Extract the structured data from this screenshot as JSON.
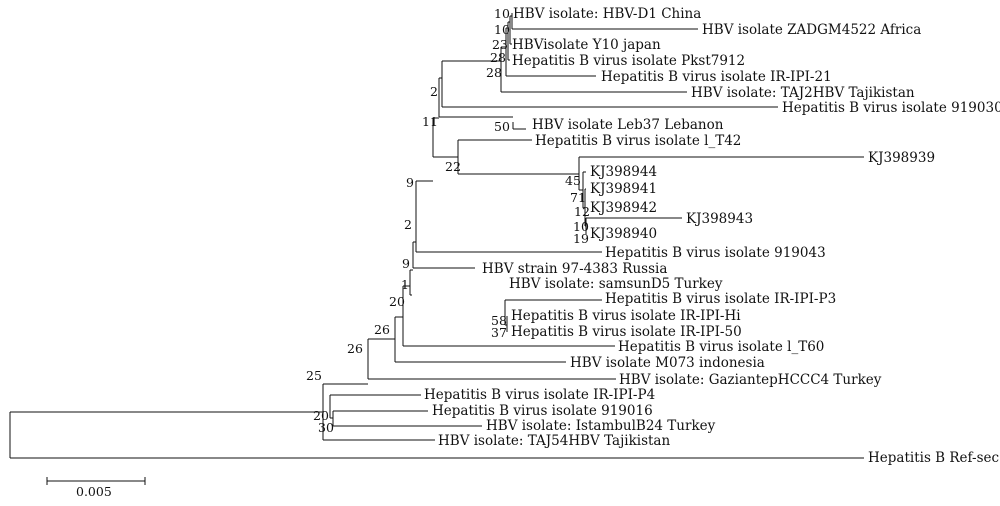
{
  "tree": {
    "leaves": {
      "l1": "HBV isolate: HBV-D1 China",
      "l2": "HBV isolate ZADGM4522 Africa",
      "l3": "HBVisolate Y10 japan",
      "l4": "Hepatitis B virus isolate Pkst7912",
      "l5": "Hepatitis B virus isolate IR-IPI-21",
      "l6": "HBV isolate: TAJ2HBV Tajikistan",
      "l7": "Hepatitis B virus isolate 919030",
      "l8": "HBV isolate Leb37 Lebanon",
      "l9": "Hepatitis B virus isolate l_T42",
      "l10": "KJ398939",
      "l11": "KJ398944",
      "l12": "KJ398941",
      "l13": "KJ398942",
      "l14": "KJ398943",
      "l15": "KJ398940",
      "l16": "Hepatitis B virus isolate 919043",
      "l17": "HBV strain 97-4383 Russia",
      "l18": "HBV isolate: samsunD5 Turkey",
      "l19": "Hepatitis B virus isolate IR-IPI-P3",
      "l20": "Hepatitis B virus isolate IR-IPI-Hi",
      "l21": "Hepatitis B virus isolate IR-IPI-50",
      "l22": "Hepatitis B virus isolate l_T60",
      "l23": "HBV isolate M073 indonesia",
      "l24": "HBV isolate: GaziantepHCCC4 Turkey",
      "l25": "Hepatitis B virus isolate IR-IPI-P4",
      "l26": "Hepatitis B virus isolate 919016",
      "l27": "HBV isolate: IstambulB24 Turkey",
      "l28": "HBV isolate: TAJ54HBV Tajikistan",
      "l29": "Hepatitis B Ref-sec"
    },
    "support": {
      "s1": "10",
      "s2": "10",
      "s3": "23",
      "s4": "28",
      "s5": "28",
      "s6": "2",
      "s7": "11",
      "s8": "50",
      "s9": "22",
      "s10": "9",
      "s11": "45",
      "s12": "71",
      "s13": "12",
      "s14": "10",
      "s15": "19",
      "s16": "2",
      "s17": "9",
      "s18": "1",
      "s19": "20",
      "s20": "58",
      "s21": "37",
      "s22": "26",
      "s23": "26",
      "s24": "25",
      "s25": "20",
      "s26": "30"
    },
    "scale_bar": {
      "label": "0.005",
      "value": 0.005
    }
  }
}
